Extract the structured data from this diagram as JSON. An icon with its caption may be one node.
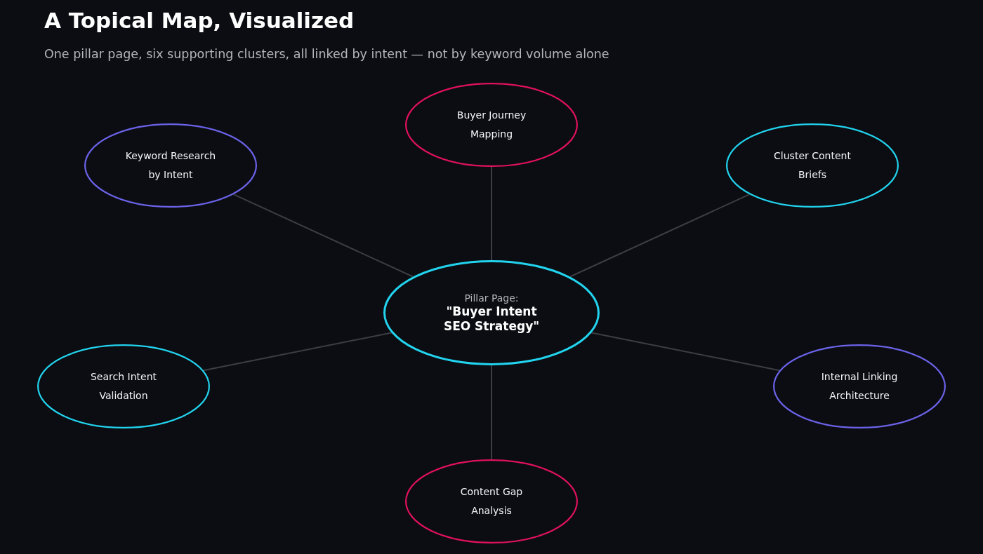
{
  "diagram": {
    "title": "A Topical Map, Visualized",
    "nodes": [
      {
        "text": [
          "Buyer Journey Mapping"
        ]
      },
      {
        "text": [
          "Keyword Research by Intent"
        ]
      },
      {
        "text": [
          "Cluster Content Briefs"
        ]
      },
      {
        "text": [
          "Pillar Page:",
          "\"Buyer Intent SEO Strategy\""
        ]
      },
      {
        "text": [
          "Search Intent Validation"
        ]
      },
      {
        "text": [
          "Internal Linking Architecture"
        ]
      },
      {
        "text": [
          "Content Gap Analysis"
        ]
      }
    ],
    "edges": [
      {
        "from": 3,
        "to": 0,
        "arrow": "none"
      },
      {
        "from": 3,
        "to": 1,
        "arrow": "none"
      },
      {
        "from": 3,
        "to": 2,
        "arrow": "none"
      },
      {
        "from": 3,
        "to": 4,
        "arrow": "none"
      },
      {
        "from": 3,
        "to": 5,
        "arrow": "none"
      },
      {
        "from": 3,
        "to": 6,
        "arrow": "none"
      }
    ],
    "labels": [
      "One pillar page, six supporting clusters, all linked by intent — not by keyword volume alone"
    ]
  }
}
